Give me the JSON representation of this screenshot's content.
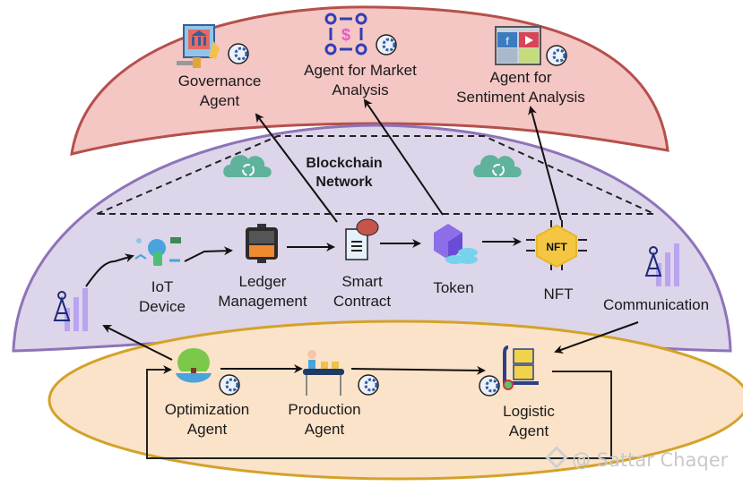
{
  "title": "Blockchain multi-agent architecture",
  "layers": {
    "top": {
      "name": "agent-layer",
      "fill": "#f4c6c4",
      "stroke": "#b5504b"
    },
    "middle": {
      "name": "blockchain-layer",
      "fill": "#ddd5e9",
      "stroke": "#8e73b8"
    },
    "bottom": {
      "name": "operations-layer",
      "fill": "#fbe3c9",
      "stroke": "#d4a22a"
    }
  },
  "blockchain_network": {
    "line1": "Blockchain",
    "line2": "Network"
  },
  "agents_top": [
    {
      "line1": "Governance",
      "line2": "Agent",
      "icon": "governance-icon"
    },
    {
      "line1": "Agent for Market",
      "line2": "Analysis",
      "icon": "market-analysis-icon"
    },
    {
      "line1": "Agent for",
      "line2": "Sentiment Analysis",
      "icon": "social-media-icon"
    }
  ],
  "chain_nodes": [
    {
      "line1": "IoT",
      "line2": "Device",
      "icon": "iot-device-icon"
    },
    {
      "line1": "Ledger",
      "line2": "Management",
      "icon": "ledger-icon"
    },
    {
      "line1": "Smart",
      "line2": "Contract",
      "icon": "smart-contract-icon"
    },
    {
      "line1": "Token",
      "line2": "",
      "icon": "token-icon"
    },
    {
      "line1": "NFT",
      "line2": "",
      "icon": "nft-icon",
      "badge": "NFT"
    }
  ],
  "communication": {
    "label": "Communication",
    "icon": "antenna-icon"
  },
  "agents_bottom": [
    {
      "line1": "Optimization",
      "line2": "Agent",
      "icon": "tree-icon"
    },
    {
      "line1": "Production",
      "line2": "Agent",
      "icon": "production-line-icon"
    },
    {
      "line1": "Logistic",
      "line2": "Agent",
      "icon": "hand-truck-icon"
    }
  ],
  "watermark": "@ Sattar Chaqer"
}
